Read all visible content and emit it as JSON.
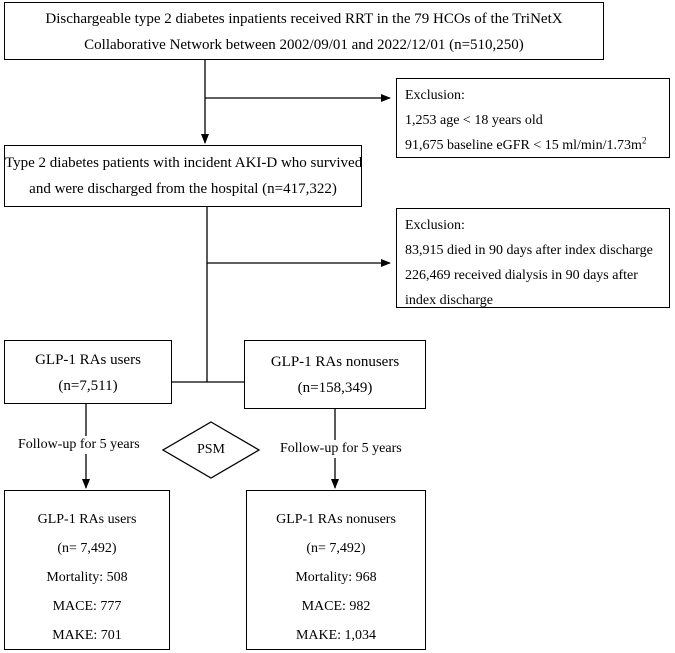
{
  "nodes": {
    "source": {
      "line1": "Dischargeable type 2 diabetes inpatients received RRT in the 79 HCOs of the TriNetX",
      "line2": "Collaborative Network between 2002/09/01 and 2022/12/01 (n=510,250)"
    },
    "exclusion1": {
      "title": "Exclusion:",
      "item1": "1,253 age < 18 years old",
      "item2_prefix": "91,675 baseline eGFR < 15 ml/min/1.73m",
      "item2_sup": "2"
    },
    "cohort": {
      "line1": "Type 2 diabetes patients with incident AKI-D who survived",
      "line2": "and were discharged from the hospital (n=417,322)"
    },
    "exclusion2": {
      "title": "Exclusion:",
      "item1": "83,915 died in 90 days after index discharge",
      "item2": "226,469 received dialysis in 90 days after",
      "item3": "index discharge"
    },
    "users": {
      "line1": "GLP-1 RAs users",
      "line2": "(n=7,511)"
    },
    "nonusers": {
      "line1": "GLP-1 RAs nonusers",
      "line2": "(n=158,349)"
    },
    "followup_left": "Follow-up for 5 years",
    "followup_right": "Follow-up for 5 years",
    "psm": "PSM",
    "users_out": {
      "title": "GLP-1 RAs users",
      "n": "(n= 7,492)",
      "mortality": "Mortality: 508",
      "mace": "MACE: 777",
      "make": "MAKE: 701"
    },
    "nonusers_out": {
      "title": "GLP-1 RAs nonusers",
      "n": "(n= 7,492)",
      "mortality": "Mortality: 968",
      "mace": "MACE: 982",
      "make": "MAKE: 1,034"
    }
  },
  "colors": {
    "line": "#000000",
    "background": "#ffffff"
  }
}
